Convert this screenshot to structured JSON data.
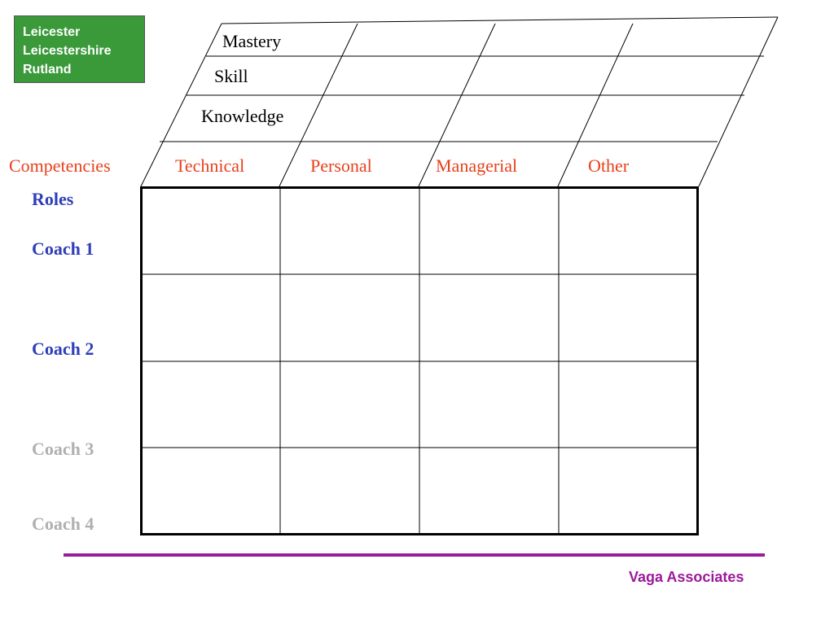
{
  "logo": {
    "lines": [
      "Leicester",
      "Leicestershire",
      "Rutland"
    ],
    "color": "#3a9a3a"
  },
  "levels": [
    "Mastery",
    "Skill",
    "Knowledge"
  ],
  "competencies": {
    "row_label": "Competencies",
    "columns": [
      "Technical",
      "Personal",
      "Managerial",
      "Other"
    ],
    "color": "#e8401c"
  },
  "roles": {
    "title": "Roles",
    "items": [
      {
        "label": "Coach 1",
        "active": true
      },
      {
        "label": "Coach 2",
        "active": true
      },
      {
        "label": "Coach 3",
        "active": false
      },
      {
        "label": "Coach 4",
        "active": false
      }
    ],
    "active_color": "#2f3fb8",
    "inactive_color": "#b0b0b0"
  },
  "grid": {
    "rows": 4,
    "columns": 4
  },
  "footer": {
    "brand": "Vaga Associates",
    "color": "#9b1b9b"
  }
}
